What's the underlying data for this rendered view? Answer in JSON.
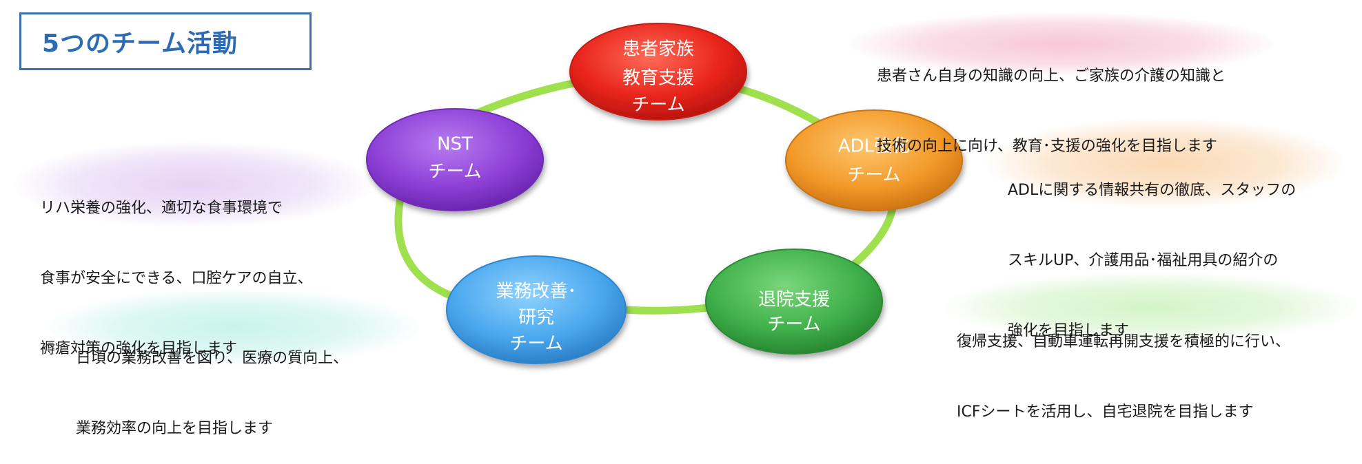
{
  "title": "5つのチーム活動",
  "colors": {
    "ring": "#9ee04e",
    "patient": "#e8231b",
    "adl": "#f29a2a",
    "discharge": "#3fb04a",
    "business": "#4aa7ee",
    "nst": "#8d3fd6",
    "title_border": "#3b6fb0",
    "title_text": "#2e6bb5"
  },
  "teams": [
    {
      "id": "patient",
      "lines": [
        "患者家族",
        "教育支援",
        "チーム"
      ],
      "color": "#e8231b",
      "description": [
        "患者さん自身の知識の向上、ご家族の介護の知識と",
        "技術の向上に向け、教育･支援の強化を目指します"
      ],
      "glow": "#f7c7d8"
    },
    {
      "id": "adl",
      "lines": [
        "ADL強化",
        "チーム"
      ],
      "color": "#f29a2a",
      "description": [
        "ADLに関する情報共有の徹底、スタッフの",
        "スキルUP、介護用品･福祉用具の紹介の",
        "強化を目指します"
      ],
      "glow": "#fbd9b5"
    },
    {
      "id": "discharge",
      "lines": [
        "退院支援",
        "チーム"
      ],
      "color": "#3fb04a",
      "description": [
        "復帰支援、自動車運転再開支援を積極的に行い、",
        "ICFシートを活用し、自宅退院を目指します"
      ],
      "glow": "#d4f4c8"
    },
    {
      "id": "business",
      "lines": [
        "業務改善･",
        "研究",
        "チーム"
      ],
      "color": "#4aa7ee",
      "description": [
        "日頃の業務改善を図り、医療の質向上、",
        "業務効率の向上を目指します"
      ],
      "glow": "#c9f3ec"
    },
    {
      "id": "nst",
      "lines": [
        "NST",
        "チーム"
      ],
      "color": "#8d3fd6",
      "description": [
        "リハ栄養の強化、適切な食事環境で",
        "食事が安全にできる、口腔ケアの自立、",
        "褥瘡対策の強化を目指します"
      ],
      "glow": "#e6d3f5"
    }
  ]
}
